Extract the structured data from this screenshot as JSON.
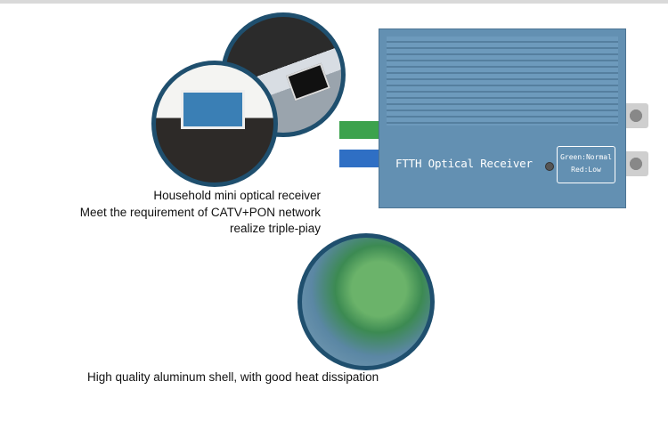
{
  "device": {
    "label": "FTTH Optical Receiver",
    "legend_green": "Green:Normal",
    "legend_red": "Red:Low"
  },
  "captions": [
    "Household mini optical receiver",
    "Meet the requirement of CATV+PON network",
    "realize triple-piay"
  ],
  "bottom_caption": "High quality aluminum shell, with good heat dissipation",
  "colors": {
    "circle_border": "#1f4f6e",
    "device_body": "#6390b2"
  }
}
